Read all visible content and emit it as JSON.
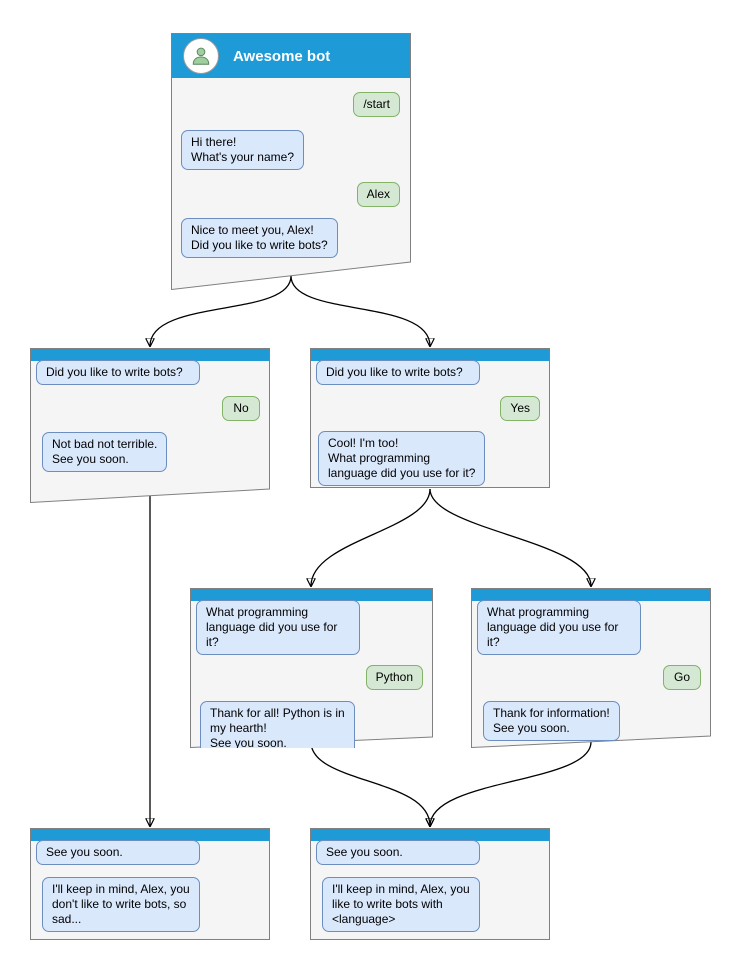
{
  "colors": {
    "titlebar_blue": "#1e9bd7",
    "window_bg": "#f5f5f5",
    "window_border": "#808080",
    "bot_bubble_bg": "#dae8fc",
    "bot_bubble_border": "#6c8ebf",
    "user_bubble_bg": "#d5e8d4",
    "user_bubble_border": "#82b366",
    "arrow": "#000000"
  },
  "windows": {
    "main": {
      "title": "Awesome bot",
      "messages": [
        {
          "from": "user",
          "text": "/start"
        },
        {
          "from": "bot",
          "text": "Hi there!\nWhat's your name?"
        },
        {
          "from": "user",
          "text": "Alex"
        },
        {
          "from": "bot",
          "text": "Nice to meet you, Alex!\nDid you like to write bots?"
        }
      ]
    },
    "branch_no": {
      "messages": [
        {
          "from": "bot",
          "text": "Did you like to write bots?"
        },
        {
          "from": "user",
          "text": "No"
        },
        {
          "from": "bot",
          "text": "Not bad not terrible.\nSee you soon."
        }
      ]
    },
    "branch_yes": {
      "messages": [
        {
          "from": "bot",
          "text": "Did you like to write bots?"
        },
        {
          "from": "user",
          "text": "Yes"
        },
        {
          "from": "bot",
          "text": "Cool! I'm too!\nWhat programming\nlanguage did you use for it?"
        }
      ]
    },
    "branch_python": {
      "messages": [
        {
          "from": "bot",
          "text": "What programming\nlanguage did you use for it?"
        },
        {
          "from": "user",
          "text": "Python"
        },
        {
          "from": "bot",
          "text": "Thank for all! Python is in\nmy hearth!\nSee you soon."
        }
      ]
    },
    "branch_go": {
      "messages": [
        {
          "from": "bot",
          "text": "What programming\nlanguage did you use for it?"
        },
        {
          "from": "user",
          "text": "Go"
        },
        {
          "from": "bot",
          "text": "Thank for information!\nSee you soon."
        }
      ]
    },
    "final_no": {
      "messages": [
        {
          "from": "bot",
          "text": "See you soon."
        },
        {
          "from": "bot",
          "text": "I'll keep in mind, Alex, you\ndon't like to write bots, so\nsad..."
        }
      ]
    },
    "final_yes": {
      "messages": [
        {
          "from": "bot",
          "text": "See you soon."
        },
        {
          "from": "bot",
          "text": "I'll keep in mind, Alex, you\nlike to write bots with\n<language>"
        }
      ]
    }
  },
  "connections": [
    {
      "from": "main",
      "to": "branch_no"
    },
    {
      "from": "main",
      "to": "branch_yes"
    },
    {
      "from": "branch_yes",
      "to": "branch_python"
    },
    {
      "from": "branch_yes",
      "to": "branch_go"
    },
    {
      "from": "branch_no",
      "to": "final_no"
    },
    {
      "from": "branch_python",
      "to": "final_yes"
    },
    {
      "from": "branch_go",
      "to": "final_yes"
    }
  ]
}
